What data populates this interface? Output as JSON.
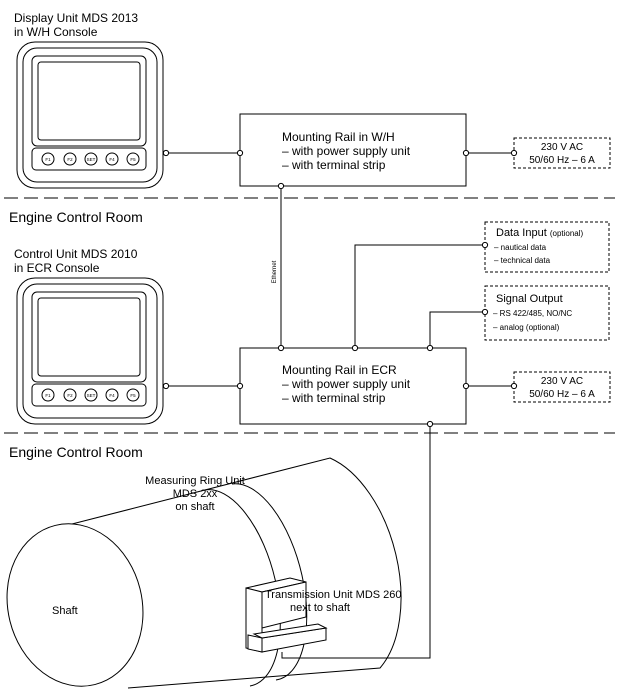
{
  "wh_display": {
    "title_line1": "Display Unit MDS 2013",
    "title_line2": "in W/H Console",
    "buttons": [
      "F1",
      "F2",
      "SET",
      "F4",
      "F5"
    ]
  },
  "wh_rail": {
    "line1": "Mounting Rail in W/H",
    "line2": "– with power supply unit",
    "line3": "– with terminal strip"
  },
  "wh_power": {
    "line1": "230 V AC",
    "line2": "50/60 Hz – 6 A"
  },
  "section_ecr_1": "Engine Control Room",
  "ethernet_label": "Ethernet",
  "ecr_control": {
    "title_line1": "Control Unit MDS 2010",
    "title_line2": "in ECR Console",
    "buttons": [
      "F1",
      "F2",
      "SET",
      "F4",
      "F5"
    ]
  },
  "data_input": {
    "title": "Data Input",
    "title_note": "(optional)",
    "item1": "– nautical data",
    "item2": "– technical data"
  },
  "signal_output": {
    "title": "Signal Output",
    "item1": "– RS 422/485, NO/NC",
    "item2": "– analog (optional)"
  },
  "ecr_rail": {
    "line1": "Mounting Rail in ECR",
    "line2": "– with power supply unit",
    "line3": "– with terminal strip"
  },
  "ecr_power": {
    "line1": "230 V AC",
    "line2": "50/60 Hz – 6 A"
  },
  "section_ecr_2": "Engine Control Room",
  "measuring_ring": {
    "line1": "Measuring Ring Unit",
    "line2": "MDS 2xx",
    "line3": "on shaft"
  },
  "shaft_label": "Shaft",
  "transmission_unit": {
    "line1": "Transmission Unit MDS 260",
    "line2": "next to shaft"
  }
}
